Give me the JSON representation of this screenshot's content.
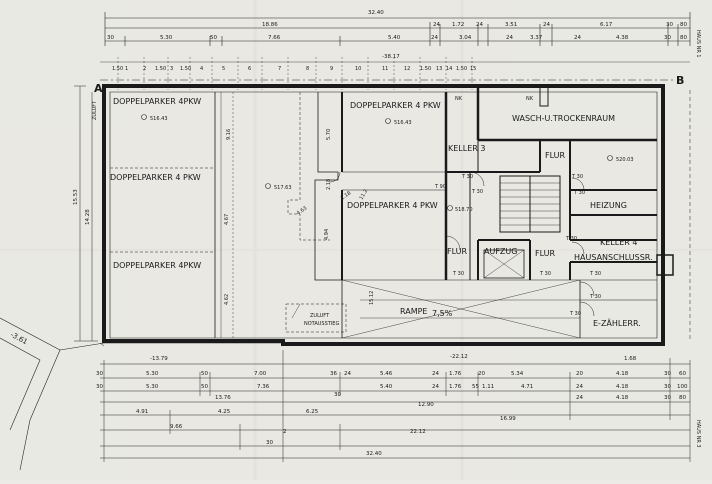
{
  "rooms": {
    "doppelparker_1": "DOPPELPARKER 4PKW",
    "doppelparker_2": "DOPPELPARKER 4 PKW",
    "doppelparker_3": "DOPPELPARKER 4 PKW",
    "doppelparker_4": "DOPPELPARKER 4 PKW",
    "doppelparker_5": "DOPPELPARKER 4PKW",
    "wasch_trockenraum": "WASCH-U.TROCKENRAUM",
    "keller_3": "KELLER 3",
    "flur_1": "FLUR",
    "flur_2": "FLUR",
    "flur_3": "FLUR",
    "heizung": "HEIZUNG",
    "keller_4": "KELLER 4",
    "aufzug": "AUFZUG",
    "hausanschluss": "HAUSANSCHLUSSR.",
    "e_zaehler": "E-ZÄHLERR.",
    "rampe": "RAMPE",
    "rampe_slope": "7,5%",
    "zuluft": "ZULUFT",
    "notausstieg": "NOTAUSSTIEG"
  },
  "section_marks": {
    "a": "A",
    "b": "B"
  },
  "elevations": {
    "e1": "-38.17",
    "e2": "516.43",
    "e3": "516.43",
    "e4": "517.63",
    "e5": "518.70",
    "e6": "520.03"
  },
  "doors": {
    "t30": "T 30",
    "t90": "T 90",
    "nk": "NK"
  },
  "side_labels": {
    "right_top": "HAUS NR 1",
    "right_bottom": "HAUS NR 3",
    "left": "ZULUFT"
  },
  "dims_top": {
    "overall": "32.40",
    "r2_a": "18.86",
    "r2_b": "24",
    "r2_c": "1.72",
    "r2_d": "24",
    "r2_e": "3.51",
    "r2_f": "24",
    "r2_g": "6.17",
    "r2_h": "30",
    "r2_i": "80",
    "r3_a": "30",
    "r3_b": "5.30",
    "r3_c": "50",
    "r3_d": "7.66",
    "r3_e": "5.40",
    "r3_f": "24",
    "r3_g": "3.04",
    "r3_h": "24",
    "r3_i": "3.37",
    "r3_j": "24",
    "r3_k": "4.38",
    "r3_l": "30",
    "r3_m": "80",
    "grid": [
      "1.50",
      "1",
      "2",
      "1.50",
      "3",
      "1.50",
      "4",
      "5",
      "6",
      "7",
      "8",
      "9",
      "10",
      "11",
      "12",
      "1.50",
      "13",
      "14",
      "1.50",
      "15"
    ]
  },
  "dims_left": {
    "d1": "15.53",
    "d2": "14.28"
  },
  "dims_inner": {
    "i1": "9.16",
    "i2": "4.67",
    "i3": "4.62",
    "i4": "5.70",
    "i5": "4.94",
    "i6": "2.18",
    "i7": "1.18",
    "i8": "4.63",
    "i9": "11.2",
    "i10": "15.12",
    "i11": "-3.61"
  },
  "dims_bottom": {
    "left_span": "-13.79",
    "right_span": "-22.12",
    "b0": "1.68",
    "b1_a": "30",
    "b1_b": "5.30",
    "b1_c": "50",
    "b1_d": "7.00",
    "b1_e": "36",
    "b1_f": "24",
    "b1_g": "5.46",
    "b1_h": "24",
    "b1_i": "1.76",
    "b1_j": "20",
    "b1_k": "5.34",
    "b1_l": "20",
    "b1_m": "4.18",
    "b1_n": "30",
    "b1_o": "60",
    "b2_a": "30",
    "b2_b": "5.30",
    "b2_c": "50",
    "b2_d": "7.36",
    "b2_e": "30",
    "b2_f": "5.40",
    "b2_g": "24",
    "b2_h": "1.76",
    "b2_i": "55",
    "b2_j": "1.11",
    "b2_k": "4.71",
    "b2_l": "24",
    "b2_m": "4.18",
    "b2_n": "30",
    "b2_o": "100",
    "b3_a": "13.76",
    "b3_b": "12.90",
    "b3_c": "24",
    "b3_d": "4.18",
    "b3_e": "30",
    "b3_f": "80",
    "b4_a": "4.91",
    "b4_b": "4.25",
    "b4_c": "6.25",
    "b4_d": "16.99",
    "b5_a": "9.66",
    "b5_b": "30",
    "b5_c": "2",
    "b5_d": "22.12",
    "b6": "32.40"
  }
}
